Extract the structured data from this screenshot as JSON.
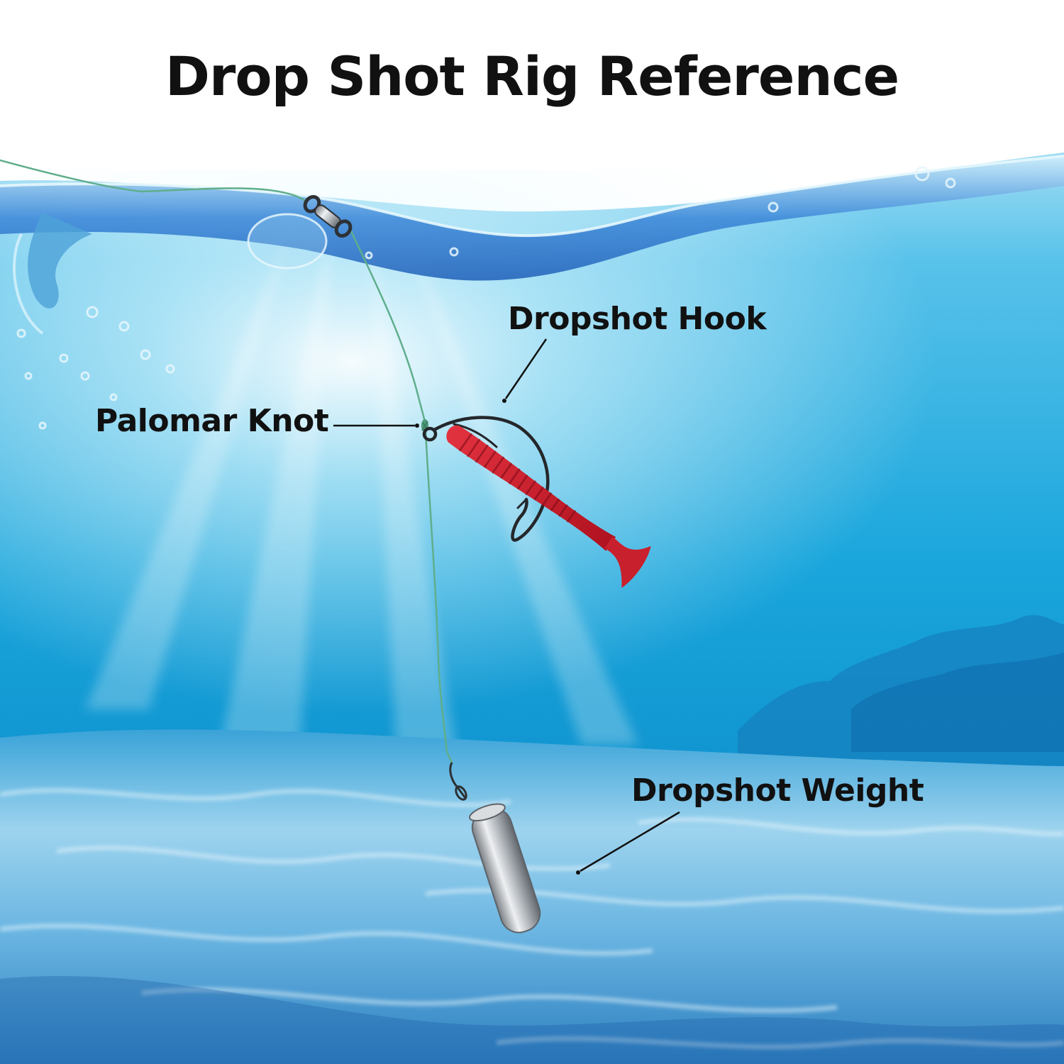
{
  "title": "Drop Shot Rig Reference",
  "callouts": {
    "hook": "Dropshot Hook",
    "knot": "Palomar Knot",
    "weight": "Dropshot Weight"
  },
  "colors": {
    "fishing_line": "#5fae8c",
    "worm_lure": "#c8202c",
    "water_deep": "#0a7cc4",
    "sea_floor": "#8cc6e8",
    "label_text": "#111111"
  },
  "icons": [
    "barrel-swivel-icon",
    "hook-icon",
    "soft-worm-lure-icon",
    "drop-shot-weight-icon"
  ]
}
